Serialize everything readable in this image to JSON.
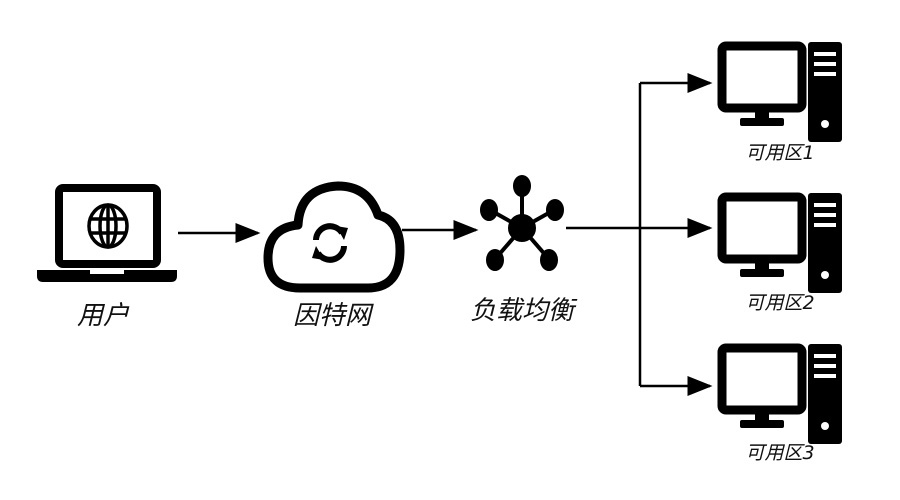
{
  "nodes": {
    "user": {
      "label": "用户",
      "icon": "laptop-globe-icon"
    },
    "internet": {
      "label": "因特网",
      "icon": "cloud-sync-icon"
    },
    "load_balancer": {
      "label": "负载均衡",
      "icon": "hub-network-icon"
    },
    "zones": [
      {
        "label": "可用区1",
        "icon": "desktop-computer-icon"
      },
      {
        "label": "可用区2",
        "icon": "desktop-computer-icon"
      },
      {
        "label": "可用区3",
        "icon": "desktop-computer-icon"
      }
    ]
  },
  "colors": {
    "stroke": "#000000",
    "background": "#ffffff"
  }
}
